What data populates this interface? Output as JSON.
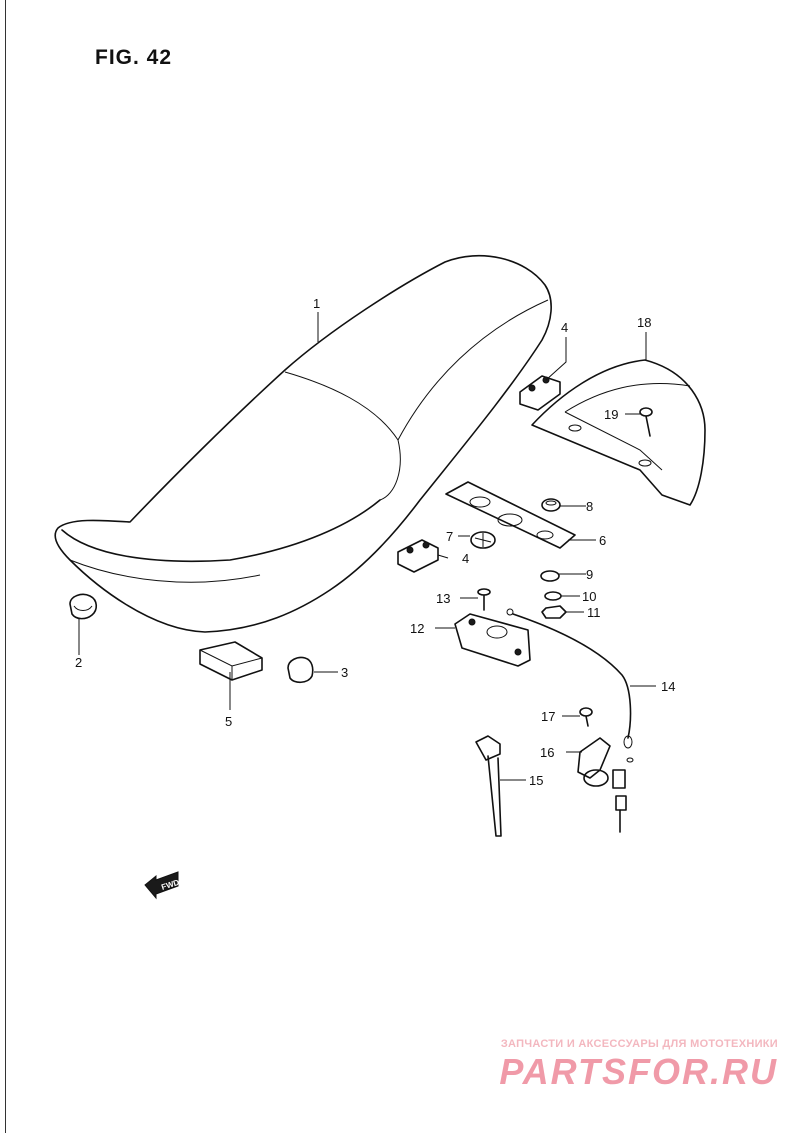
{
  "figure": {
    "title": "FIG. 42"
  },
  "callouts": {
    "c1": "1",
    "c2": "2",
    "c3": "3",
    "c4a": "4",
    "c4b": "4",
    "c5": "5",
    "c6": "6",
    "c7": "7",
    "c8": "8",
    "c9": "9",
    "c10": "10",
    "c11": "11",
    "c12": "12",
    "c13": "13",
    "c14": "14",
    "c15": "15",
    "c16": "16",
    "c17": "17",
    "c18": "18",
    "c19": "19"
  },
  "fwd_arrow": {
    "label": "FWD"
  },
  "watermark": {
    "tagline": "ЗАПЧАСТИ И АКСЕССУАРЫ ДЛЯ МОТОТЕХНИКИ",
    "logo": "PARTSFOR.RU",
    "color": "#f09aa8"
  }
}
